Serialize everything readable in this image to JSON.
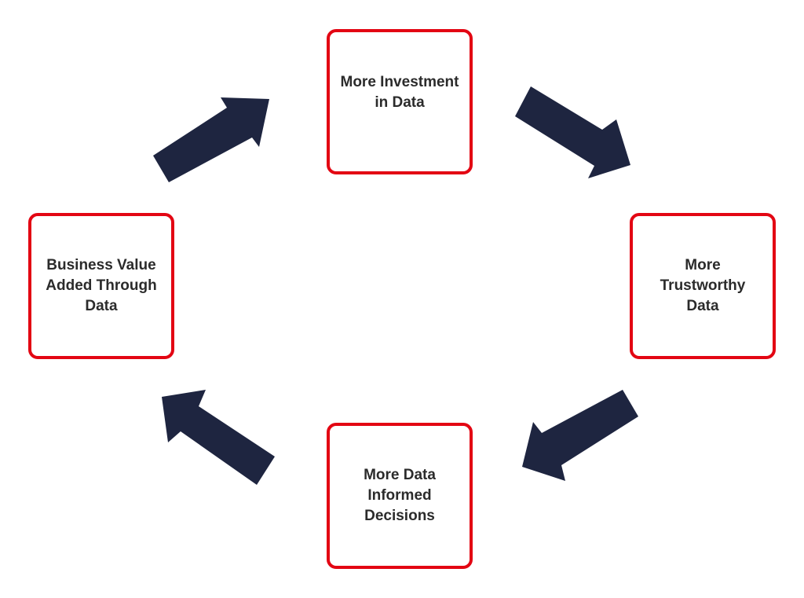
{
  "colors": {
    "box_border": "#e30613",
    "arrow": "#1e2540"
  },
  "cycle": {
    "top": {
      "label": "More Investment\nin Data"
    },
    "right": {
      "label": "More\nTrustworthy\nData"
    },
    "bottom": {
      "label": "More Data\nInformed\nDecisions"
    },
    "left": {
      "label": "Business Value\nAdded Through\nData"
    }
  }
}
